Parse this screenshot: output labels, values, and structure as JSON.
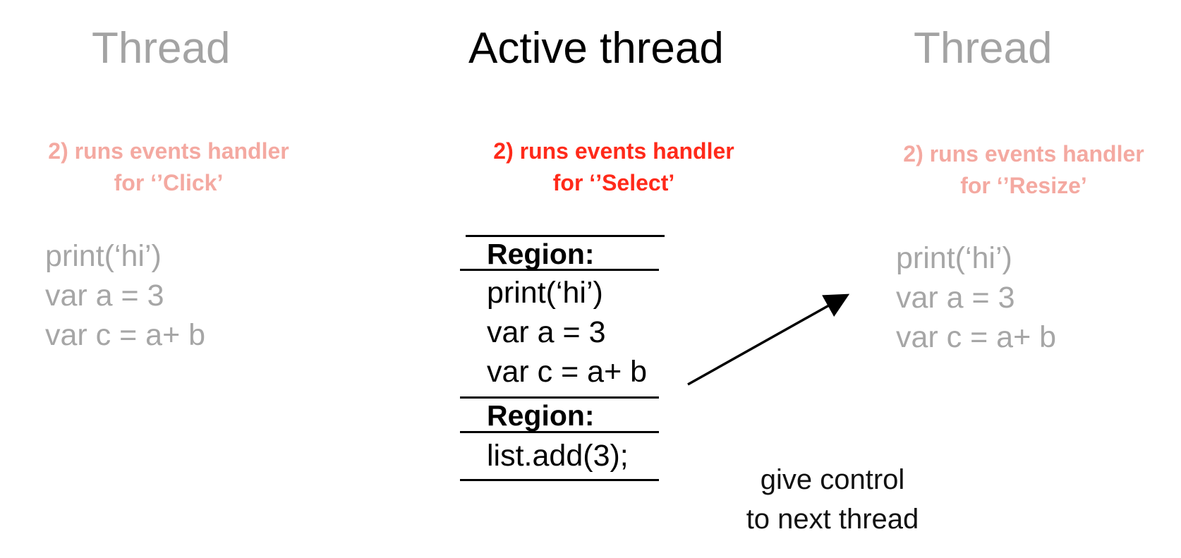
{
  "threads": [
    {
      "title": "Thread",
      "handler_line1": "2) runs events handler",
      "handler_line2": "for ‘’Click’",
      "code": [
        "print(‘hi’)",
        "var a = 3",
        "var c = a+ b"
      ]
    },
    {
      "title": "Active thread",
      "handler_line1": "2) runs events handler",
      "handler_line2": "for ‘’Select’",
      "regions": [
        {
          "label": "Region:",
          "code": [
            "print(‘hi’)",
            "var a = 3",
            "var c = a+ b"
          ]
        },
        {
          "label": "Region:",
          "code": [
            "list.add(3);"
          ]
        }
      ]
    },
    {
      "title": "Thread",
      "handler_line1": "2) runs events handler",
      "handler_line2": "for ‘’Resize’",
      "code": [
        "print(‘hi’)",
        "var a = 3",
        "var c = a+ b"
      ]
    }
  ],
  "caption": {
    "line1": "give control",
    "line2": "to next thread"
  },
  "colors": {
    "active_red": "#ff2a1a",
    "faded_red": "#f4a9a1",
    "faded_gray": "#a3a3a3",
    "black": "#000000"
  }
}
